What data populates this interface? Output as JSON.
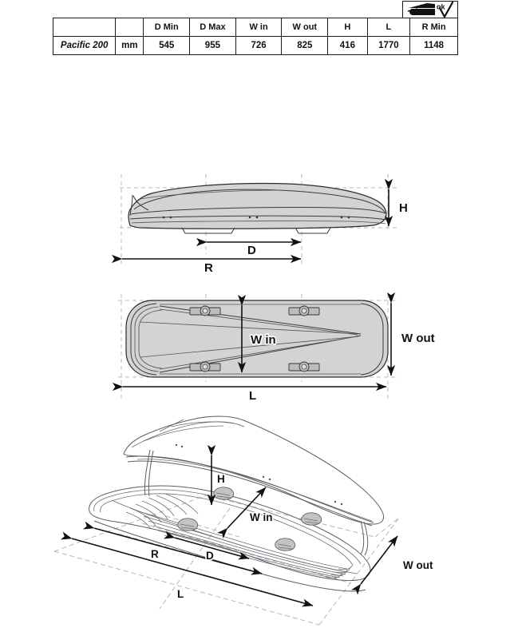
{
  "table": {
    "headers": [
      "",
      "",
      "D Min",
      "D Max",
      "W in",
      "W out",
      "H",
      "L",
      "R Min"
    ],
    "rows": [
      {
        "model": "Pacific 200",
        "unit": "mm",
        "d_min": "545",
        "d_max": "955",
        "w_in": "726",
        "w_out": "825",
        "h": "416",
        "l": "1770",
        "r_min": "1148"
      }
    ]
  },
  "badge": {
    "name": "car-roofbox-ok-icon",
    "label": "ok"
  },
  "diagrams": {
    "side_view": {
      "name": "side-view",
      "labels": {
        "h": "H",
        "d": "D",
        "r": "R"
      }
    },
    "top_view": {
      "name": "top-view",
      "labels": {
        "w_in": "W in",
        "w_out": "W out",
        "l": "L"
      }
    },
    "perspective_view": {
      "name": "perspective-view",
      "labels": {
        "h": "H",
        "w_in": "W in",
        "w_out": "W out",
        "r": "R",
        "d": "D",
        "l": "L"
      }
    }
  },
  "colors": {
    "outline": "#2a2a2a",
    "body_fill": "#d3d3d3",
    "construction_line": "#b8b8b8",
    "dimension_line": "#111111",
    "text": "#111111"
  }
}
